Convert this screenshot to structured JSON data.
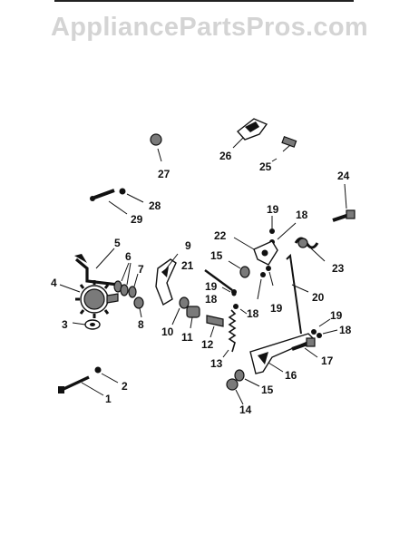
{
  "watermark": "AppliancePartsPros.com",
  "colors": {
    "ink": "#111111",
    "watermark": "#d4d4d4",
    "background": "#ffffff"
  },
  "labels": {
    "p1": "1",
    "p2": "2",
    "p3": "3",
    "p4": "4",
    "p5": "5",
    "p6": "6",
    "p7": "7",
    "p8": "8",
    "p9": "9",
    "p10": "10",
    "p11": "11",
    "p12": "12",
    "p13": "13",
    "p14": "14",
    "p15a": "15",
    "p15b": "15",
    "p16": "16",
    "p17": "17",
    "p18a": "18",
    "p18b": "18",
    "p18c": "18",
    "p18d": "18",
    "p19a": "19",
    "p19b": "19",
    "p19c": "19",
    "p19d": "19",
    "p20": "20",
    "p21": "21",
    "p22": "22",
    "p23": "23",
    "p24": "24",
    "p25": "25",
    "p26": "26",
    "p27": "27",
    "p28": "28",
    "p29": "29"
  }
}
